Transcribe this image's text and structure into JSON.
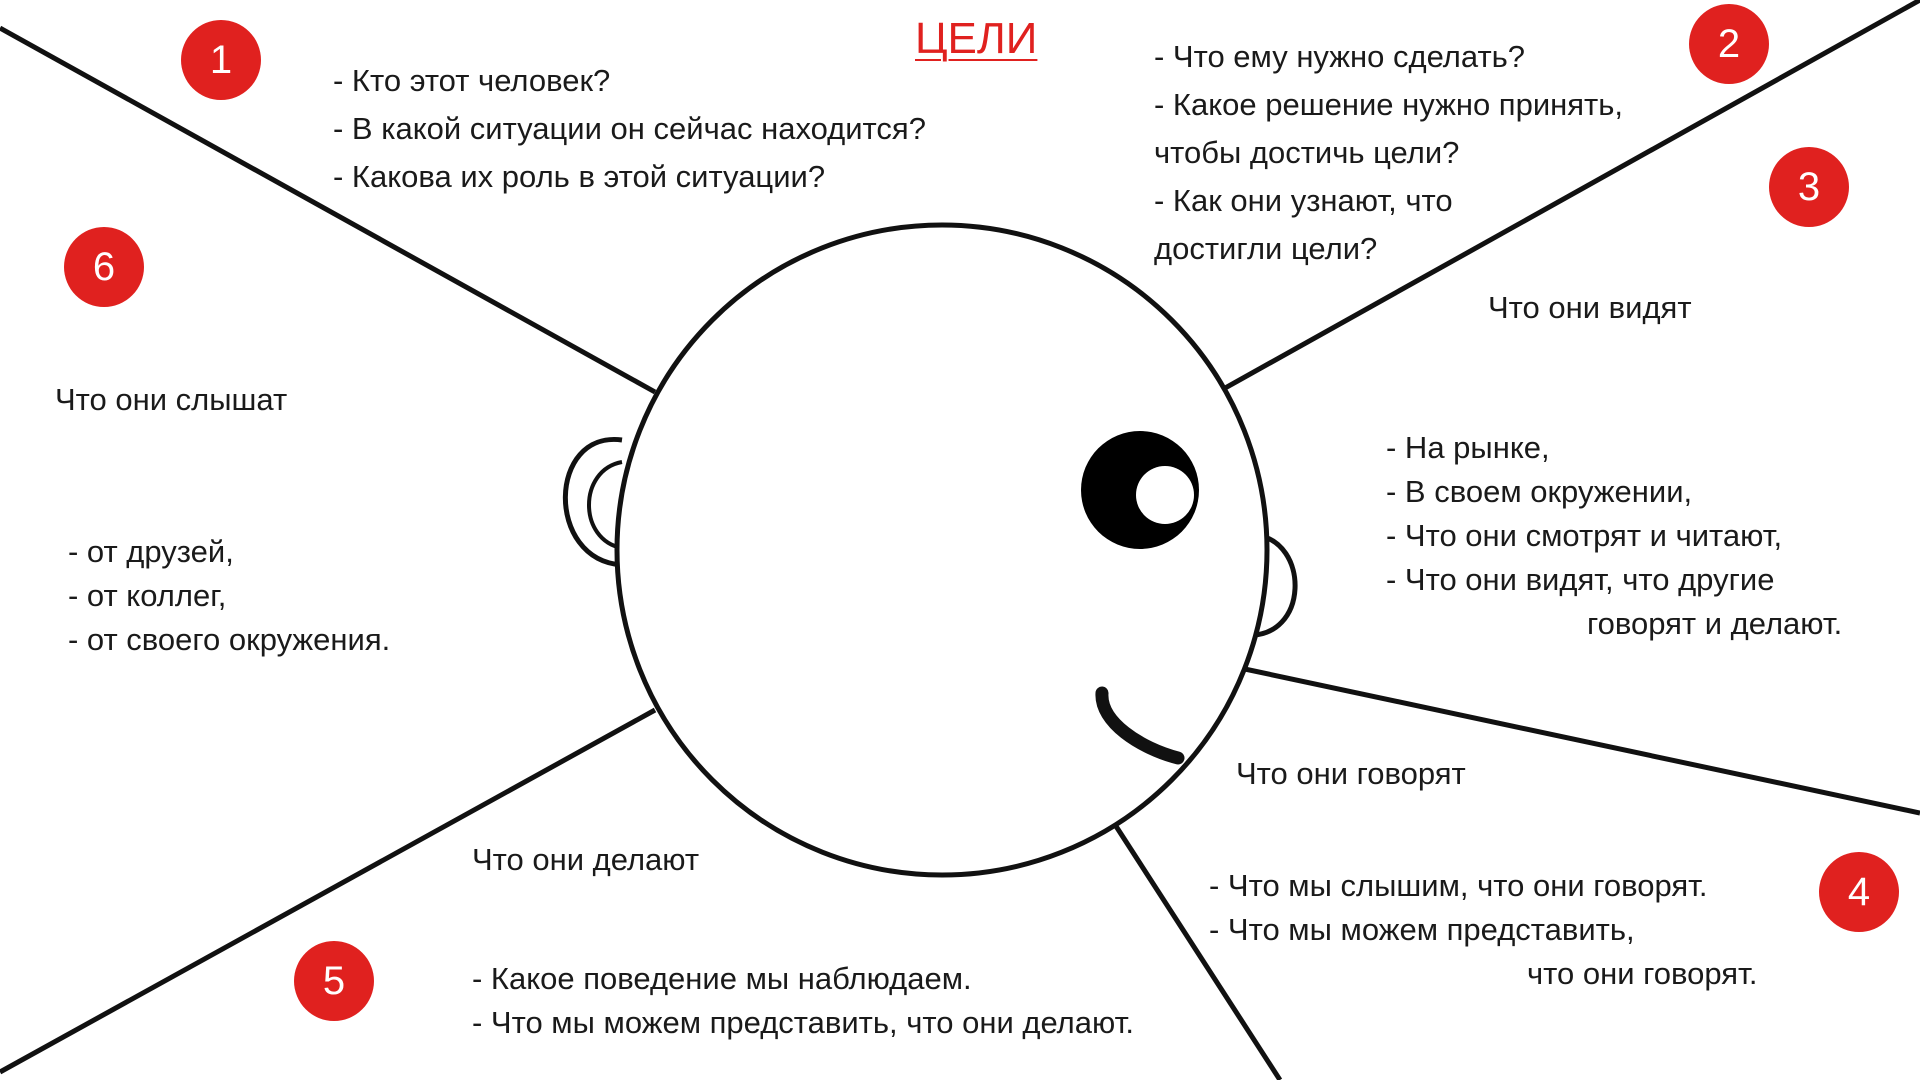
{
  "title": "ЦЕЛИ",
  "badges": [
    "1",
    "2",
    "3",
    "4",
    "5",
    "6"
  ],
  "section1": {
    "items": [
      "- Кто этот человек?",
      "- В какой ситуации он сейчас находится?",
      "- Какова их роль в этой ситуации?"
    ]
  },
  "section2": {
    "items": [
      "- Что ему нужно сделать?",
      "- Какое решение нужно принять,",
      "чтобы достичь цели?",
      "- Как они узнают, что",
      "достигли цели?"
    ]
  },
  "section3": {
    "heading": "Что они видят",
    "items": [
      "- На рынке,",
      "- В своем окружении,",
      "- Что они смотрят и читают,",
      "- Что они видят, что другие",
      "говорят и делают."
    ]
  },
  "section4": {
    "heading": "Что они говорят",
    "items": [
      "- Что мы слышим, что они говорят.",
      "- Что мы можем представить,",
      "что они говорят."
    ]
  },
  "section5": {
    "heading": "Что они делают",
    "items": [
      "- Какое поведение мы наблюдаем.",
      "- Что мы можем представить, что они делают."
    ]
  },
  "section6": {
    "heading": "Что они слышат",
    "items": [
      "- от друзей,",
      "- от коллег,",
      "- от своего окружения."
    ]
  },
  "colors": {
    "accent": "#e0211f",
    "line": "#111111"
  }
}
